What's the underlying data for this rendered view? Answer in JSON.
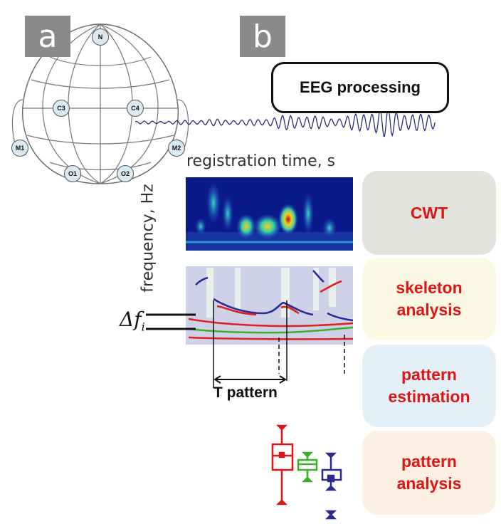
{
  "panels": {
    "a": "a",
    "b": "b"
  },
  "eeg_box": "EEG processing",
  "electrodes": {
    "n": "N",
    "c3": "C3",
    "c4": "C4",
    "m1": "M1",
    "m2": "M2",
    "o1": "O1",
    "o2": "O2"
  },
  "axis": {
    "registration_time": "registration time, s",
    "frequency": "frequency, Hz"
  },
  "annotations": {
    "t_pattern": "T pattern",
    "delta_f": "Δf"
  },
  "steps": {
    "cwt": "CWT",
    "skeleton": "skeleton\nanalysis",
    "pattern_estimation": "pattern\nestimation",
    "pattern_analysis": "pattern\nanalysis"
  },
  "colors": {
    "accent_red": "#e01414",
    "trace_blue": "#2a2a7a",
    "box_red": "#e01414",
    "box_green": "#3cb028",
    "box_blue": "#2a2a8a"
  }
}
